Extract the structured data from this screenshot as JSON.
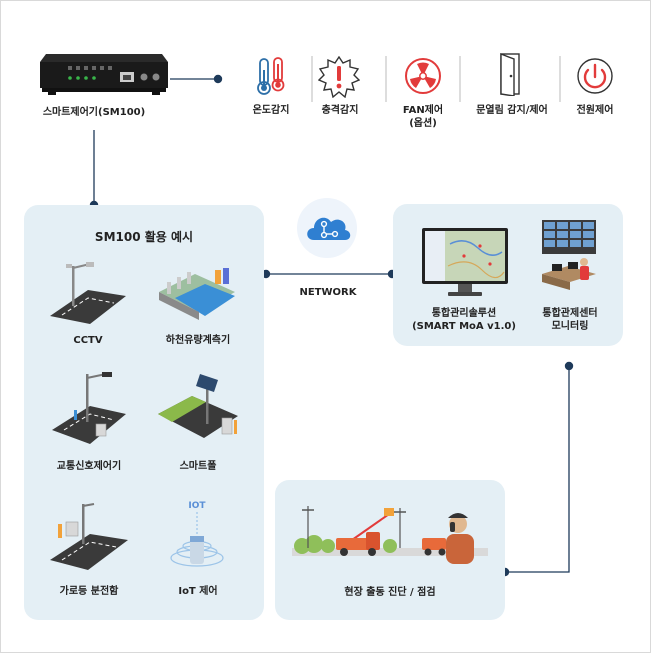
{
  "device": {
    "label": "스마트제어기(SM100)"
  },
  "functions": [
    {
      "label": "온도감지",
      "icon": "thermometer-icon"
    },
    {
      "label": "충격감지",
      "icon": "shock-warning-icon"
    },
    {
      "label": "FAN제어\n(옵션)",
      "icon": "fan-icon"
    },
    {
      "label": "문열림 감지/제어",
      "icon": "door-icon"
    },
    {
      "label": "전원제어",
      "icon": "power-icon"
    }
  ],
  "usage": {
    "title": "SM100 활용 예시",
    "items": [
      {
        "label": "CCTV",
        "icon": "cctv-road-icon"
      },
      {
        "label": "하천유량계측기",
        "icon": "river-gauge-icon"
      },
      {
        "label": "교통신호제어기",
        "icon": "traffic-signal-icon"
      },
      {
        "label": "스마트폴",
        "icon": "smart-pole-icon"
      },
      {
        "label": "가로등 분전함",
        "icon": "streetlight-panel-icon"
      },
      {
        "label": "IoT 제어",
        "icon": "iot-tower-icon"
      }
    ]
  },
  "network": {
    "label": "NETWORK",
    "icon": "cloud-network-icon"
  },
  "management": {
    "items": [
      {
        "label": "통합관리솔루션\n(SMART MoA v1.0)",
        "icon": "monitor-map-icon"
      },
      {
        "label": "통합관제센터\n모니터링",
        "icon": "control-center-icon"
      }
    ]
  },
  "field": {
    "label": "현장 출동 진단 / 점검",
    "icon": "field-repair-icon"
  },
  "colors": {
    "panel": "#e4eff5",
    "connector": "#1e3a5a",
    "accent_red": "#e23b3b",
    "accent_blue": "#3a8fd6"
  }
}
